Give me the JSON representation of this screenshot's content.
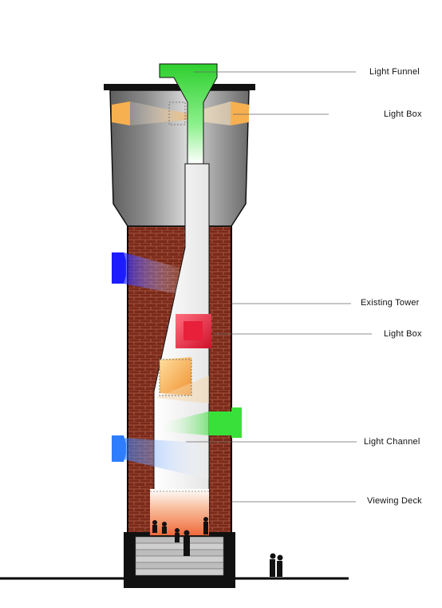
{
  "labels": [
    {
      "text": "Light Funnel"
    },
    {
      "text": "Light Box"
    },
    {
      "text": "Existing Tower"
    },
    {
      "text": "Light Box"
    },
    {
      "text": "Light Channel"
    },
    {
      "text": "Viewing Deck"
    }
  ],
  "colors": {
    "funnel": "#3fd43f",
    "brick": "#7a2a1a",
    "mortar": "#b26048",
    "tank": "#8c8c8c",
    "light_box_top": "#f5b060",
    "light_box_mid": "#e8203a",
    "light_box_orange": "#f0a040",
    "channel_blue": "#2a2aff",
    "channel_green": "#40e040",
    "channel_sky": "#3a8cff",
    "deck": "#f06a3a"
  }
}
